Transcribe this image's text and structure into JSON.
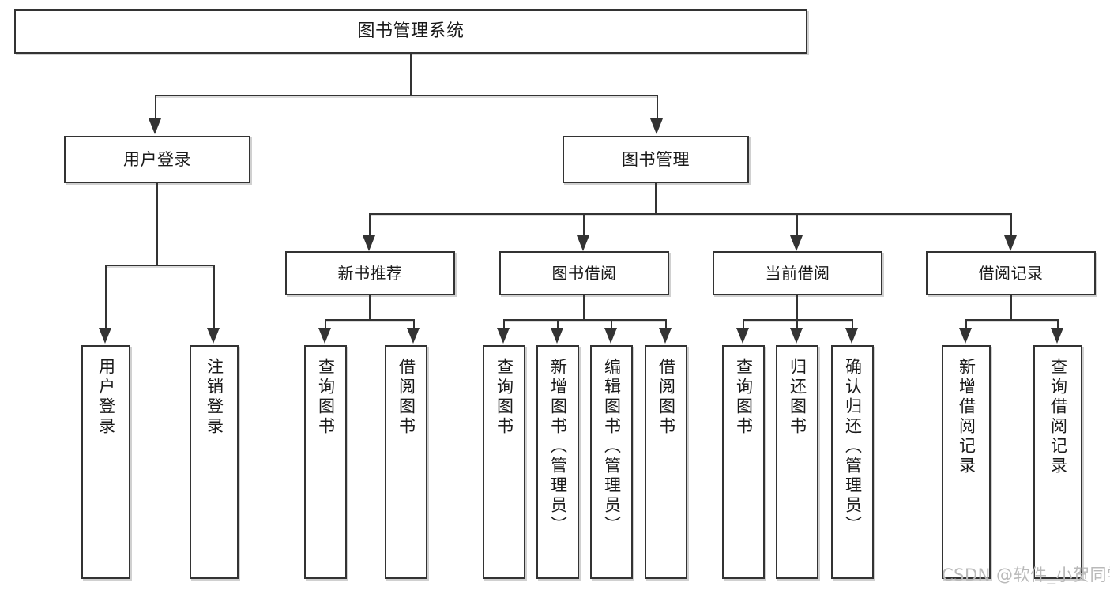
{
  "diagram": {
    "title_node": {
      "label": "图书管理系统"
    },
    "level1": [
      {
        "id": "user-login",
        "label": "用户登录"
      },
      {
        "id": "book-management",
        "label": "图书管理"
      }
    ],
    "level2": [
      {
        "id": "new-book-recommend",
        "label": "新书推荐"
      },
      {
        "id": "book-borrow",
        "label": "图书借阅"
      },
      {
        "id": "current-borrow",
        "label": "当前借阅"
      },
      {
        "id": "borrow-record",
        "label": "借阅记录"
      }
    ],
    "leaves": [
      {
        "id": "leaf-user-login",
        "label": "用户登录",
        "parent": "user-login"
      },
      {
        "id": "leaf-logout-login",
        "label": "注销登录",
        "parent": "user-login"
      },
      {
        "id": "leaf-query-book-1",
        "label": "查询图书",
        "parent": "new-book-recommend"
      },
      {
        "id": "leaf-borrow-book-1",
        "label": "借阅图书",
        "parent": "new-book-recommend"
      },
      {
        "id": "leaf-query-book-2",
        "label": "查询图书",
        "parent": "book-borrow"
      },
      {
        "id": "leaf-add-book",
        "label": "新增图书（管理员）",
        "parent": "book-borrow"
      },
      {
        "id": "leaf-edit-book",
        "label": "编辑图书（管理员）",
        "parent": "book-borrow"
      },
      {
        "id": "leaf-borrow-book-2",
        "label": "借阅图书",
        "parent": "book-borrow"
      },
      {
        "id": "leaf-query-book-3",
        "label": "查询图书",
        "parent": "current-borrow"
      },
      {
        "id": "leaf-return-book",
        "label": "归还图书",
        "parent": "current-borrow"
      },
      {
        "id": "leaf-confirm-return",
        "label": "确认归还（管理员）",
        "parent": "current-borrow"
      },
      {
        "id": "leaf-add-record",
        "label": "新增借阅记录",
        "parent": "borrow-record"
      },
      {
        "id": "leaf-query-record",
        "label": "查询借阅记录",
        "parent": "borrow-record"
      }
    ]
  },
  "watermark": {
    "text": "CSDN @软件_小贺同学"
  },
  "colors": {
    "line": "#333333",
    "box_fill": "#ffffff",
    "text": "#1a1a1a",
    "watermark": "#b9b9b9"
  }
}
